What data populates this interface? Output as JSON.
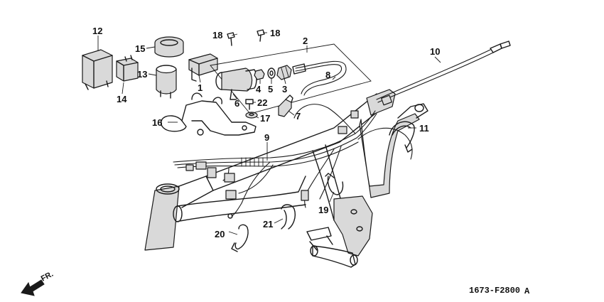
{
  "callouts": [
    {
      "id": "c1",
      "text": "1"
    },
    {
      "id": "c2",
      "text": "2"
    },
    {
      "id": "c3",
      "text": "3"
    },
    {
      "id": "c4",
      "text": "4"
    },
    {
      "id": "c5",
      "text": "5"
    },
    {
      "id": "c6",
      "text": "6"
    },
    {
      "id": "c7",
      "text": "7"
    },
    {
      "id": "c8",
      "text": "8"
    },
    {
      "id": "c9",
      "text": "9"
    },
    {
      "id": "c10",
      "text": "10"
    },
    {
      "id": "c11",
      "text": "11"
    },
    {
      "id": "c12",
      "text": "12"
    },
    {
      "id": "c13",
      "text": "13"
    },
    {
      "id": "c14",
      "text": "14"
    },
    {
      "id": "c15",
      "text": "15"
    },
    {
      "id": "c16",
      "text": "16"
    },
    {
      "id": "c17",
      "text": "17"
    },
    {
      "id": "c18a",
      "text": "18"
    },
    {
      "id": "c18b",
      "text": "18"
    },
    {
      "id": "c19",
      "text": "19"
    },
    {
      "id": "c20",
      "text": "20"
    },
    {
      "id": "c21",
      "text": "21"
    },
    {
      "id": "c22",
      "text": "22"
    }
  ],
  "direction_label": "FR.",
  "diagram_code": "1673-F2800",
  "diagram_code_suffix": "A"
}
